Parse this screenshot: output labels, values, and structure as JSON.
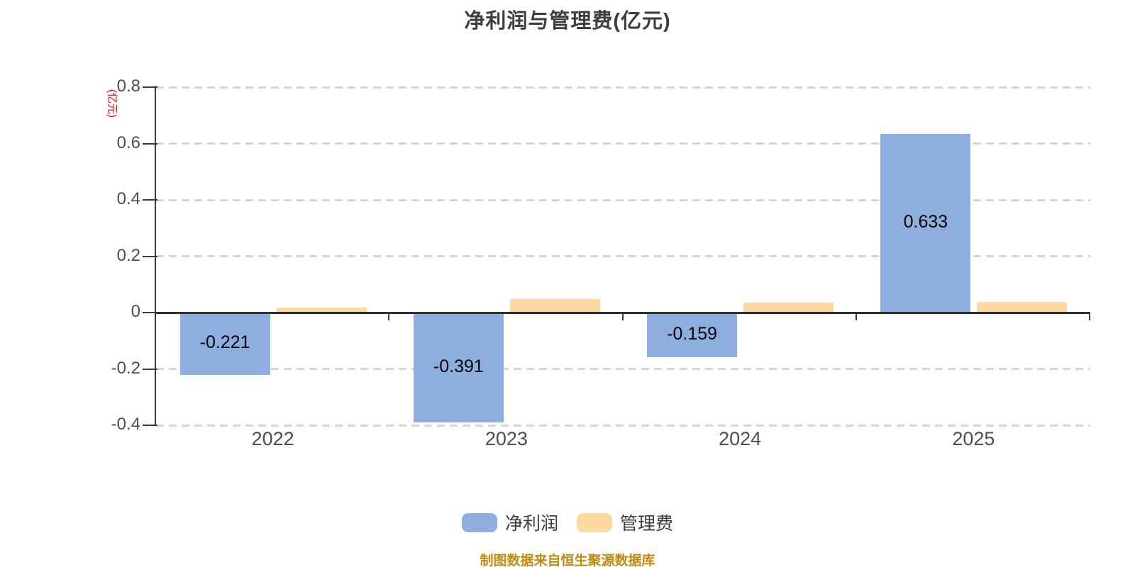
{
  "title": "净利润与管理费(亿元)",
  "footer_note": "制图数据来自恒生聚源数据库",
  "legend": [
    {
      "label": "净利润",
      "color": "#8DAEDF"
    },
    {
      "label": "管理费",
      "color": "#FCD9A2"
    }
  ],
  "colors": {
    "net_profit_bar": "#8DAEDF",
    "management_fee_bar": "#FCD9A2",
    "gridline": "#D6D6D6",
    "axis": "#303030",
    "tick_label": "#4D4D4D",
    "title": "#3D3D3D",
    "unit_label": "#FF0000",
    "footer": "#C18A0F",
    "value_label": "#000000"
  },
  "chart_data": {
    "type": "bar",
    "title": "净利润与管理费(亿元)",
    "ylabel": "(亿元)",
    "xlabel": "",
    "categories": [
      "2022",
      "2023",
      "2024",
      "2025"
    ],
    "series": [
      {
        "name": "净利润",
        "color": "#8DAEDF",
        "values": [
          -0.221,
          -0.391,
          -0.159,
          0.633
        ],
        "data_labels": [
          "-0.221",
          "-0.391",
          "-0.159",
          "0.633"
        ]
      },
      {
        "name": "管理费",
        "color": "#FCD9A2",
        "values": [
          0.018,
          0.048,
          0.035,
          0.038
        ],
        "data_labels": []
      }
    ],
    "ylim": [
      -0.4,
      0.8
    ],
    "yticks": [
      0.8,
      0.6,
      0.4,
      0.2,
      0,
      -0.2,
      -0.4
    ],
    "grid": "horizontal-dashed",
    "legend_position": "bottom",
    "source_note": "制图数据来自恒生聚源数据库"
  }
}
